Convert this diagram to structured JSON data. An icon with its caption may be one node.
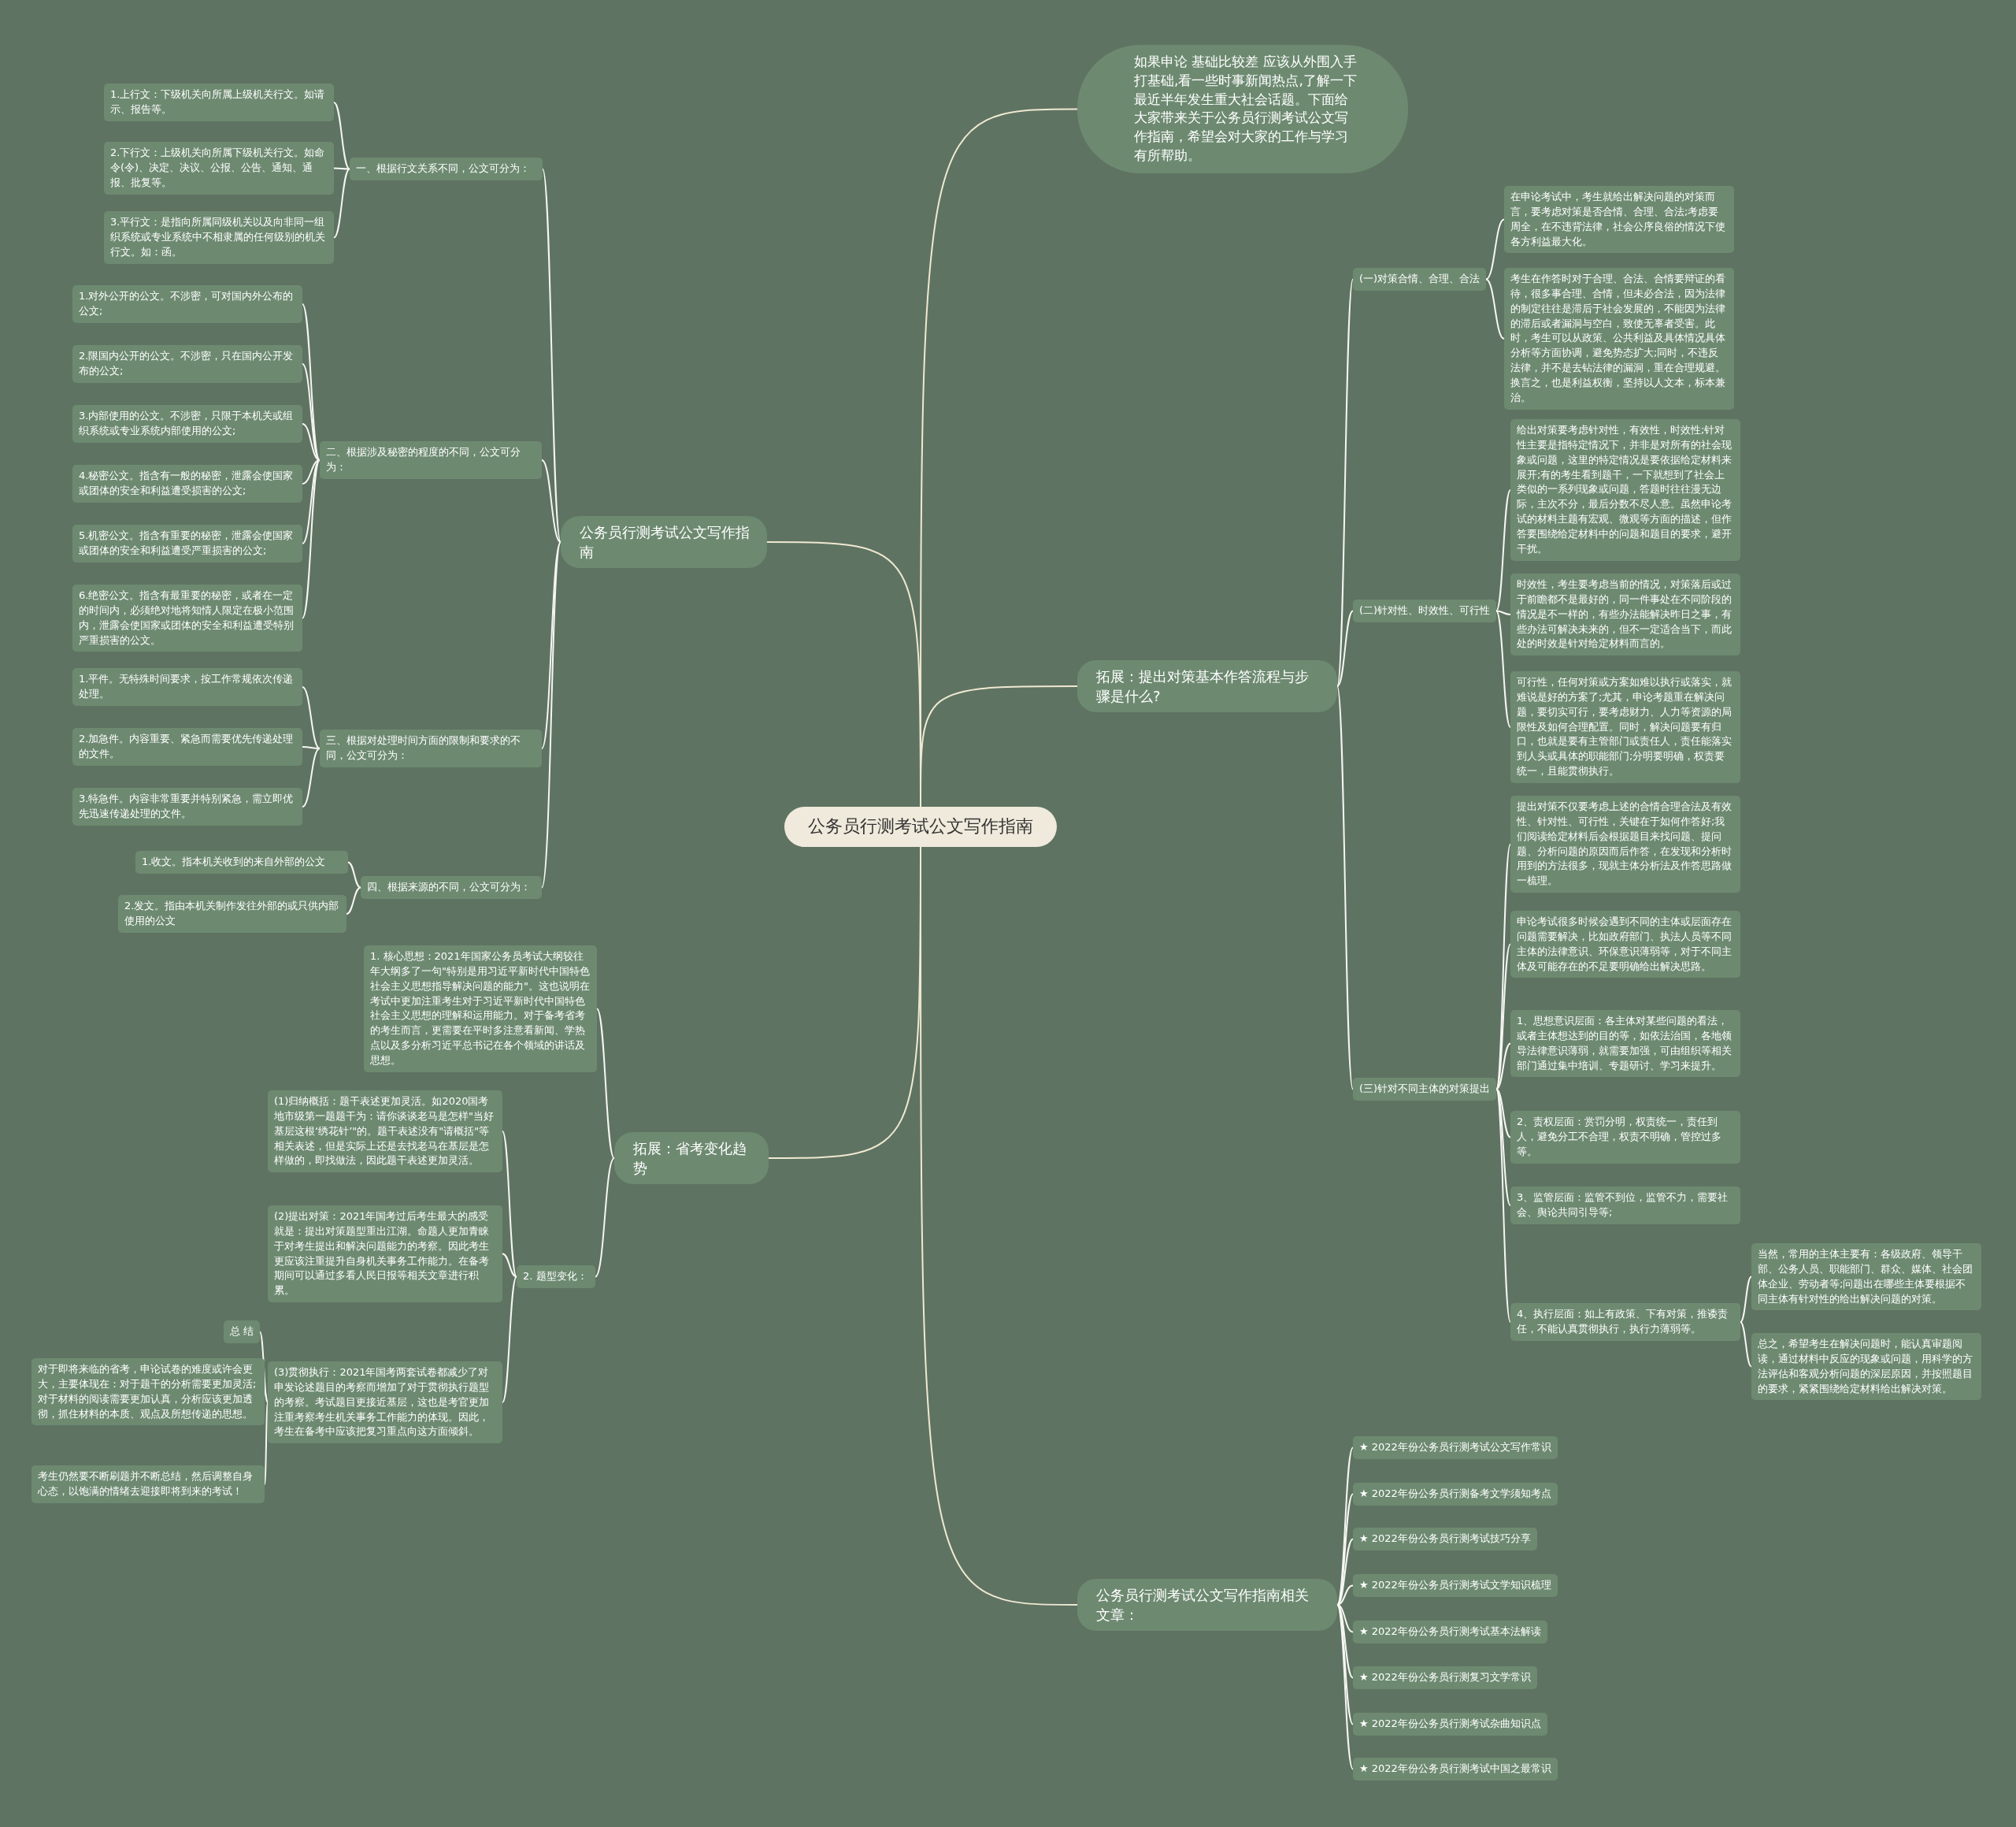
{
  "diagram": {
    "nodes": [
      {
        "text": [
          "公务员行测考试公文写作指南"
        ]
      },
      {
        "text": [
          "如果申论 基础比较差 应该从外围入手打基础,看一些时事新闻热点,了解一下最近半年发生重大社会话题。下面给大家带来关于公务员行测考试公文写作指南，希望会对大家的工作与学习有所帮助。"
        ]
      },
      {
        "text": [
          "公务员行测考试公文写作指南"
        ]
      },
      {
        "text": [
          "一、根据行文关系不同，公文可分为："
        ]
      },
      {
        "text": [
          "1.上行文：下级机关向所属上级机关行文。如请示、报告等。"
        ]
      },
      {
        "text": [
          "2.下行文：上级机关向所属下级机关行文。如命令(令)、决定、决议、公报、公告、通知、通报、批复等。"
        ]
      },
      {
        "text": [
          "3.平行文：是指向所属同级机关以及向非同一组织系统或专业系统中不相隶属的任何级别的机关行文。如：函。"
        ]
      },
      {
        "text": [
          "二、根据涉及秘密的程度的不同，公文可分为："
        ]
      },
      {
        "text": [
          "1.对外公开的公文。不涉密，可对国内外公布的公文;"
        ]
      },
      {
        "text": [
          "2.限国内公开的公文。不涉密，只在国内公开发布的公文;"
        ]
      },
      {
        "text": [
          "3.内部使用的公文。不涉密，只限于本机关或组织系统或专业系统内部使用的公文;"
        ]
      },
      {
        "text": [
          "4.秘密公文。指含有一般的秘密，泄露会使国家或团体的安全和利益遭受损害的公文;"
        ]
      },
      {
        "text": [
          "5.机密公文。指含有重要的秘密，泄露会使国家或团体的安全和利益遭受严重损害的公文;"
        ]
      },
      {
        "text": [
          "6.绝密公文。指含有最重要的秘密，或者在一定的时间内，必须绝对地将知情人限定在极小范围内，泄露会使国家或团体的安全和利益遭受特别严重损害的公文。"
        ]
      },
      {
        "text": [
          "三、根据对处理时间方面的限制和要求的不同，公文可分为："
        ]
      },
      {
        "text": [
          "1.平件。无特殊时间要求，按工作常规依次传递处理。"
        ]
      },
      {
        "text": [
          "2.加急件。内容重要、紧急而需要优先传递处理的文件。"
        ]
      },
      {
        "text": [
          "3.特急件。内容非常重要并特别紧急，需立即优先迅速传递处理的文件。"
        ]
      },
      {
        "text": [
          "四、根据来源的不同，公文可分为："
        ]
      },
      {
        "text": [
          "1.收文。指本机关收到的来自外部的公文"
        ]
      },
      {
        "text": [
          "2.发文。指由本机关制作发往外部的或只供内部使用的公文"
        ]
      },
      {
        "text": [
          "拓展：省考变化趋势"
        ]
      },
      {
        "text": [
          "1. 核心思想：2021年国家公务员考试大纲较往年大纲多了一句\"特别是用习近平新时代中国特色社会主义思想指导解决问题的能力\"。这也说明在考试中更加注重考生对于习近平新时代中国特色社会主义思想的理解和运用能力。对于备考省考的考生而言，更需要在平时多注意看新闻、学热点以及多分析习近平总书记在各个领域的讲话及思想。"
        ]
      },
      {
        "text": [
          "2. 题型变化："
        ]
      },
      {
        "text": [
          "(1)归纳概括：题干表述更加灵活。如2020国考地市级第一题题干为：请你谈谈老马是怎样\"当好基层这根‘绣花针’\"的。题干表述没有\"请概括\"等相关表述，但是实际上还是去找老马在基层是怎样做的，即找做法，因此题干表述更加灵活。"
        ]
      },
      {
        "text": [
          "(2)提出对策：2021年国考过后考生最大的感受就是：提出对策题型重出江湖。命题人更加青睐于对考生提出和解决问题能力的考察。因此考生更应该注重提升自身机关事务工作能力。在备考期间可以通过多看人民日报等相关文章进行积累。"
        ]
      },
      {
        "text": [
          "(3)贯彻执行：2021年国考两套试卷都减少了对申发论述题目的考察而增加了对于贯彻执行题型的考察。考试题目更接近基层，这也是考官更加注重考察考生机关事务工作能力的体现。因此，考生在备考中应该把复习重点向这方面倾斜。"
        ]
      },
      {
        "text": [
          "总 结"
        ]
      },
      {
        "text": [
          "对于即将来临的省考，申论试卷的难度或许会更大，主要体现在：对于题干的分析需要更加灵活;对于材料的阅读需要更加认真，分析应该更加透彻，抓住材料的本质、观点及所想传递的思想。"
        ]
      },
      {
        "text": [
          "考生仍然要不断刷题并不断总结，然后调整自身心态，以饱满的情绪去迎接即将到来的考试！"
        ]
      },
      {
        "text": [
          "拓展：提出对策基本作答流程与步骤是什么?"
        ]
      },
      {
        "text": [
          "(一)对策合情、合理、合法"
        ]
      },
      {
        "text": [
          "在申论考试中，考生就给出解决问题的对策而言，要考虑对策是否合情、合理、合法;考虑要周全，在不违背法律，社会公序良俗的情况下使各方利益最大化。"
        ]
      },
      {
        "text": [
          "考生在作答时对于合理、合法、合情要辩证的看待，很多事合理、合情，但未必合法，因为法律的制定往往是滞后于社会发展的，不能因为法律的滞后或者漏洞与空白，致使无辜者受害。此时，考生可以从政策、公共利益及具体情况具体分析等方面协调，避免势态扩大;同时，不违反法律，并不是去钻法律的漏洞，重在合理规避。换言之，也是利益权衡，坚持以人文本，标本兼治。"
        ]
      },
      {
        "text": [
          "(二)针对性、时效性、可行性"
        ]
      },
      {
        "text": [
          "给出对策要考虑针对性，有效性，时效性;针对性主要是指特定情况下，并非是对所有的社会现象或问题，这里的特定情况是要依据给定材料来展开;有的考生看到题干，一下就想到了社会上类似的一系列现象或问题，答题时往往漫无边际，主次不分，最后分数不尽人意。虽然申论考试的材料主题有宏观、微观等方面的描述，但作答要围绕给定材料中的问题和题目的要求，避开干扰。"
        ]
      },
      {
        "text": [
          "时效性，考生要考虑当前的情况，对策落后或过于前瞻都不是最好的，同一件事处在不同阶段的情况是不一样的，有些办法能解决昨日之事，有些办法可解决未来的，但不一定适合当下，而此处的时效是针对给定材料而言的。"
        ]
      },
      {
        "text": [
          "可行性，任何对策或方案如难以执行或落实，就难说是好的方案了;尤其，申论考题重在解决问题，要切实可行，要考虑财力、人力等资源的局限性及如何合理配置。同时，解决问题要有归口，也就是要有主管部门或责任人，责任能落实到人头或具体的职能部门;分明要明确，权责要统一，且能贯彻执行。"
        ]
      },
      {
        "text": [
          "(三)针对不同主体的对策提出"
        ]
      },
      {
        "text": [
          "提出对策不仅要考虑上述的合情合理合法及有效性、针对性、可行性，关键在于如何作答好;我们阅读给定材料后会根据题目来找问题、提问题、分析问题的原因而后作答，在发现和分析时用到的方法很多，现就主体分析法及作答思路做一梳理。"
        ]
      },
      {
        "text": [
          "申论考试很多时候会遇到不同的主体或层面存在问题需要解决，比如政府部门、执法人员等不同主体的法律意识、环保意识薄弱等，对于不同主体及可能存在的不足要明确给出解决思路。"
        ]
      },
      {
        "text": [
          "1、思想意识层面：各主体对某些问题的看法，或者主体想达到的目的等，如依法治国，各地领导法律意识薄弱，就需要加强，可由组织等相关部门通过集中培训、专题研讨、学习来提升。"
        ]
      },
      {
        "text": [
          "2、责权层面：赏罚分明，权责统一，责任到人，避免分工不合理，权责不明确，管控过多等。"
        ]
      },
      {
        "text": [
          "3、监管层面：监管不到位，监管不力，需要社会、舆论共同引导等;"
        ]
      },
      {
        "text": [
          "4、执行层面：如上有政策、下有对策，推诿责任，不能认真贯彻执行，执行力薄弱等。"
        ]
      },
      {
        "text": [
          "当然，常用的主体主要有：各级政府、领导干部、公务人员、职能部门、群众、媒体、社会团体企业、劳动者等;问题出在哪些主体要根据不同主体有针对性的给出解决问题的对策。"
        ]
      },
      {
        "text": [
          "总之，希望考生在解决问题时，能认真审题阅读，通过材料中反应的现象或问题，用科学的方法评估和客观分析问题的深层原因，并按照题目的要求，紧紧围绕给定材料给出解决对策。"
        ]
      },
      {
        "text": [
          "公务员行测考试公文写作指南相关文章："
        ]
      },
      {
        "text": [
          "★ 2022年份公务员行测考试公文写作常识"
        ]
      },
      {
        "text": [
          "★ 2022年份公务员行测备考文学须知考点"
        ]
      },
      {
        "text": [
          "★ 2022年份公务员行测考试技巧分享"
        ]
      },
      {
        "text": [
          "★ 2022年份公务员行测考试文学知识梳理"
        ]
      },
      {
        "text": [
          "★ 2022年份公务员行测考试基本法解读"
        ]
      },
      {
        "text": [
          "★ 2022年份公务员行测复习文学常识"
        ]
      },
      {
        "text": [
          "★ 2022年份公务员行测考试杂曲知识点"
        ]
      },
      {
        "text": [
          "★ 2022年份公务员行测考试中国之最常识"
        ]
      }
    ],
    "edges": [
      {
        "from": 0,
        "to": 1,
        "arrow": "none"
      },
      {
        "from": 0,
        "to": 2,
        "arrow": "none"
      },
      {
        "from": 2,
        "to": 3,
        "arrow": "none"
      },
      {
        "from": 3,
        "to": 4,
        "arrow": "none"
      },
      {
        "from": 3,
        "to": 5,
        "arrow": "none"
      },
      {
        "from": 3,
        "to": 6,
        "arrow": "none"
      },
      {
        "from": 2,
        "to": 7,
        "arrow": "none"
      },
      {
        "from": 7,
        "to": 8,
        "arrow": "none"
      },
      {
        "from": 7,
        "to": 9,
        "arrow": "none"
      },
      {
        "from": 7,
        "to": 10,
        "arrow": "none"
      },
      {
        "from": 7,
        "to": 11,
        "arrow": "none"
      },
      {
        "from": 7,
        "to": 12,
        "arrow": "none"
      },
      {
        "from": 7,
        "to": 13,
        "arrow": "none"
      },
      {
        "from": 2,
        "to": 14,
        "arrow": "none"
      },
      {
        "from": 14,
        "to": 15,
        "arrow": "none"
      },
      {
        "from": 14,
        "to": 16,
        "arrow": "none"
      },
      {
        "from": 14,
        "to": 17,
        "arrow": "none"
      },
      {
        "from": 2,
        "to": 18,
        "arrow": "none"
      },
      {
        "from": 18,
        "to": 19,
        "arrow": "none"
      },
      {
        "from": 18,
        "to": 20,
        "arrow": "none"
      },
      {
        "from": 0,
        "to": 21,
        "arrow": "none"
      },
      {
        "from": 21,
        "to": 22,
        "arrow": "none"
      },
      {
        "from": 21,
        "to": 23,
        "arrow": "none"
      },
      {
        "from": 23,
        "to": 24,
        "arrow": "none"
      },
      {
        "from": 23,
        "to": 25,
        "arrow": "none"
      },
      {
        "from": 23,
        "to": 26,
        "arrow": "none"
      },
      {
        "from": 26,
        "to": 27,
        "arrow": "none"
      },
      {
        "from": 26,
        "to": 28,
        "arrow": "none"
      },
      {
        "from": 26,
        "to": 29,
        "arrow": "none"
      },
      {
        "from": 0,
        "to": 30,
        "arrow": "none"
      },
      {
        "from": 30,
        "to": 31,
        "arrow": "none"
      },
      {
        "from": 31,
        "to": 32,
        "arrow": "none"
      },
      {
        "from": 31,
        "to": 33,
        "arrow": "none"
      },
      {
        "from": 30,
        "to": 34,
        "arrow": "none"
      },
      {
        "from": 34,
        "to": 35,
        "arrow": "none"
      },
      {
        "from": 34,
        "to": 36,
        "arrow": "none"
      },
      {
        "from": 34,
        "to": 37,
        "arrow": "none"
      },
      {
        "from": 30,
        "to": 38,
        "arrow": "none"
      },
      {
        "from": 38,
        "to": 39,
        "arrow": "none"
      },
      {
        "from": 38,
        "to": 40,
        "arrow": "none"
      },
      {
        "from": 38,
        "to": 41,
        "arrow": "none"
      },
      {
        "from": 38,
        "to": 42,
        "arrow": "none"
      },
      {
        "from": 38,
        "to": 43,
        "arrow": "none"
      },
      {
        "from": 38,
        "to": 44,
        "arrow": "none"
      },
      {
        "from": 44,
        "to": 45,
        "arrow": "none"
      },
      {
        "from": 44,
        "to": 46,
        "arrow": "none"
      },
      {
        "from": 0,
        "to": 47,
        "arrow": "none"
      },
      {
        "from": 47,
        "to": 48,
        "arrow": "none"
      },
      {
        "from": 47,
        "to": 49,
        "arrow": "none"
      },
      {
        "from": 47,
        "to": 50,
        "arrow": "none"
      },
      {
        "from": 47,
        "to": 51,
        "arrow": "none"
      },
      {
        "from": 47,
        "to": 52,
        "arrow": "none"
      },
      {
        "from": 47,
        "to": 53,
        "arrow": "none"
      },
      {
        "from": 47,
        "to": 54,
        "arrow": "none"
      },
      {
        "from": 47,
        "to": 55,
        "arrow": "none"
      }
    ]
  }
}
